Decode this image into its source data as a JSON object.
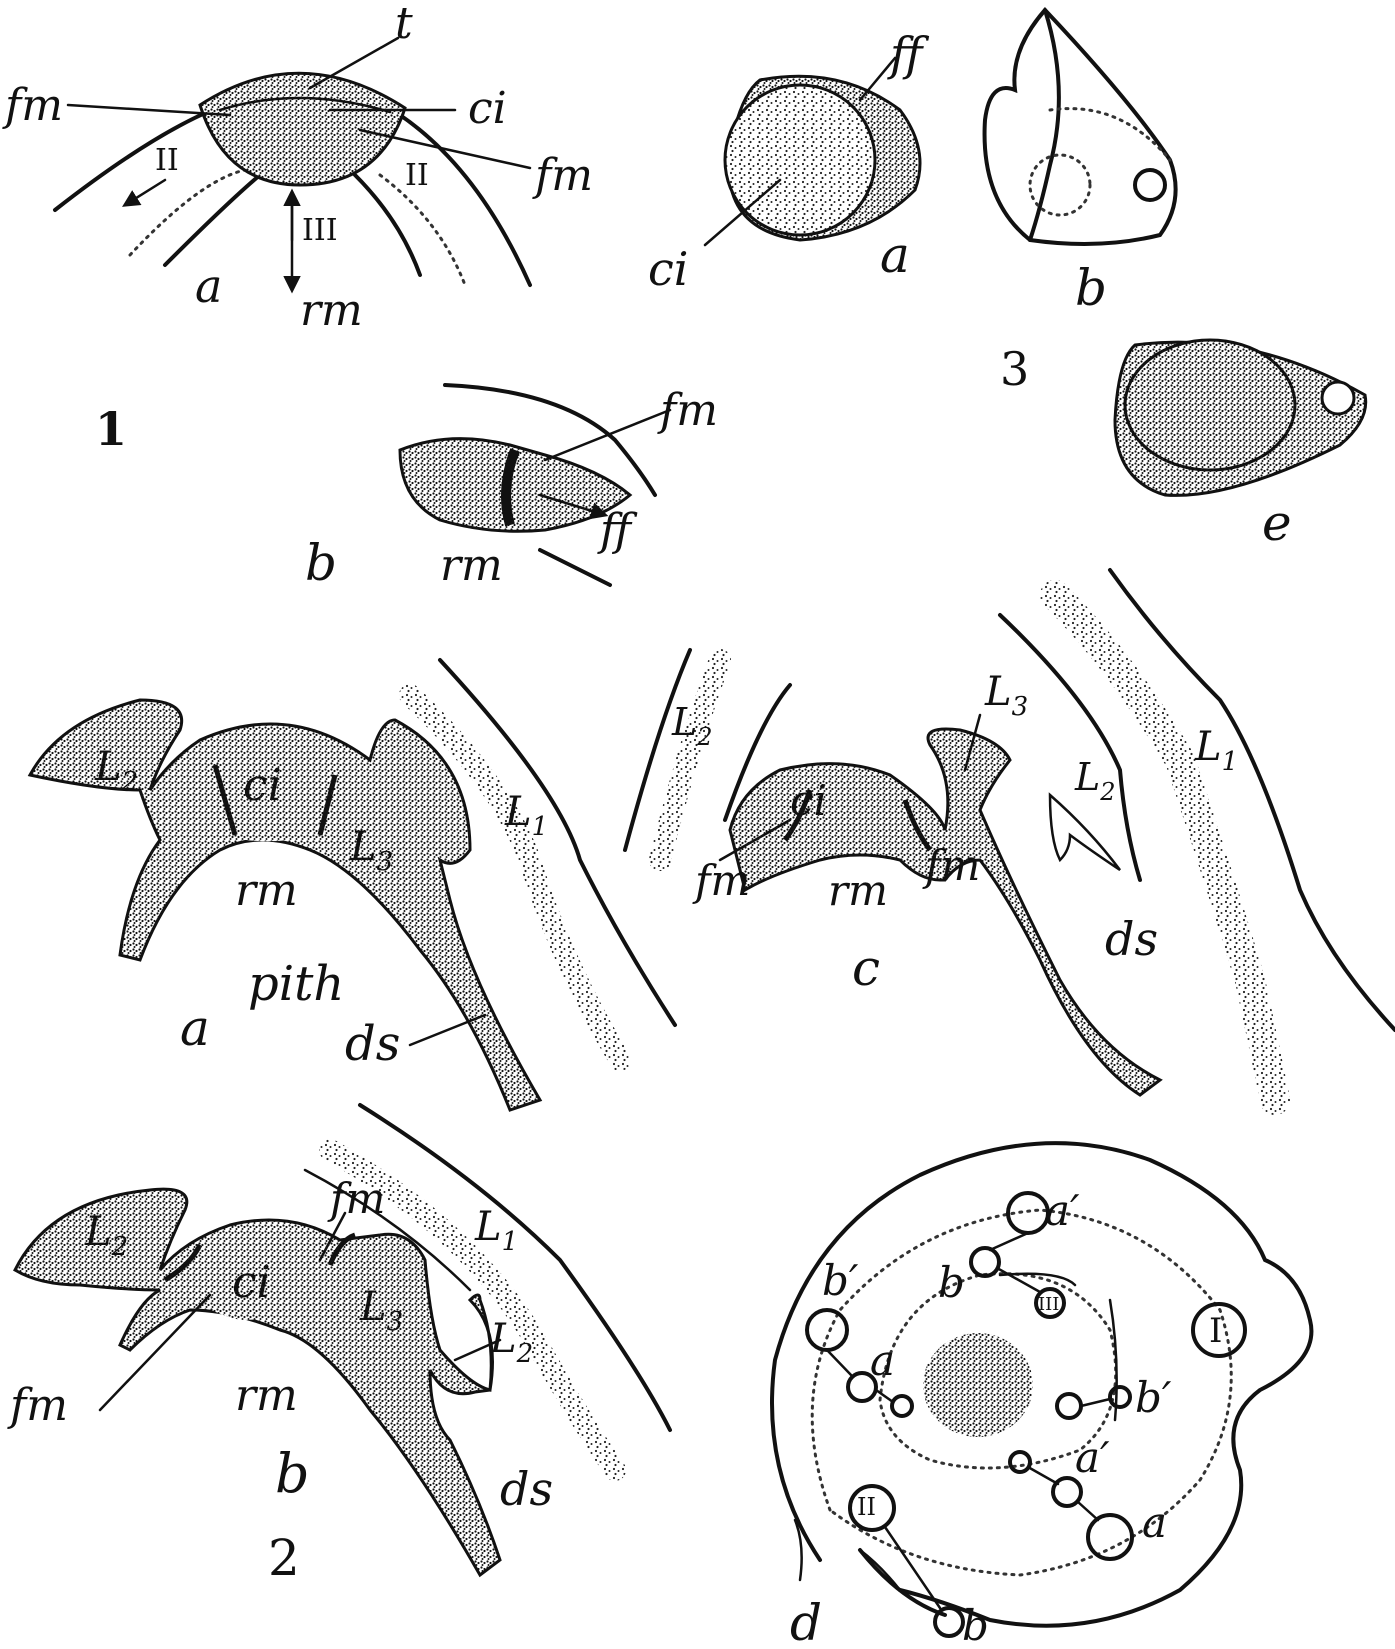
{
  "figure_numbers": [
    "1",
    "2",
    "3"
  ],
  "panel_letters": {
    "fig1": [
      "a",
      "b"
    ],
    "fig2": [
      "a",
      "b",
      "c",
      "d"
    ],
    "fig3": [
      "a",
      "b",
      "e"
    ]
  },
  "labels": {
    "fm": "fm",
    "ci": "ci",
    "t": "t",
    "ff": "ff",
    "rm": "rm",
    "pith": "pith",
    "ds": "ds",
    "L1": "L",
    "L2": "L",
    "L3": "L",
    "sub1": "1",
    "sub2": "2",
    "sub3": "3",
    "a": "a",
    "b": "b",
    "a_prime": "a′",
    "b_prime": "b′",
    "roman_I": "I",
    "roman_II": "II",
    "roman_III": "III"
  },
  "colors": {
    "ink": "#111111",
    "paper": "#ffffff"
  }
}
